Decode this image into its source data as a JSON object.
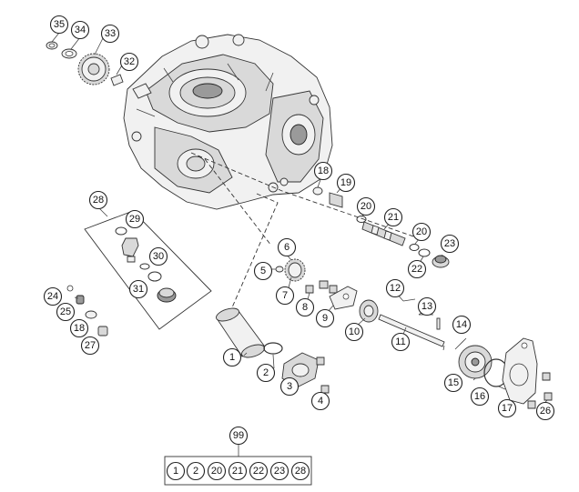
{
  "callouts": {
    "c1": "1",
    "c2": "2",
    "c3": "3",
    "c4": "4",
    "c5": "5",
    "c6": "6",
    "c7": "7",
    "c8": "8",
    "c9": "9",
    "c10": "10",
    "c11": "11",
    "c12": "12",
    "c13": "13",
    "c14": "14",
    "c15": "15",
    "c16": "16",
    "c17": "17",
    "c18a": "18",
    "c18b": "18",
    "c19": "19",
    "c20a": "20",
    "c20b": "20",
    "c21": "21",
    "c22": "22",
    "c23": "23",
    "c24": "24",
    "c25": "25",
    "c26": "26",
    "c27": "27",
    "c28": "28",
    "c29": "29",
    "c30": "30",
    "c31": "31",
    "c32": "32",
    "c33": "33",
    "c34": "34",
    "c35": "35",
    "c99": "99"
  },
  "kit": {
    "label": "99",
    "items": [
      "1",
      "2",
      "20",
      "21",
      "22",
      "23",
      "28"
    ]
  }
}
